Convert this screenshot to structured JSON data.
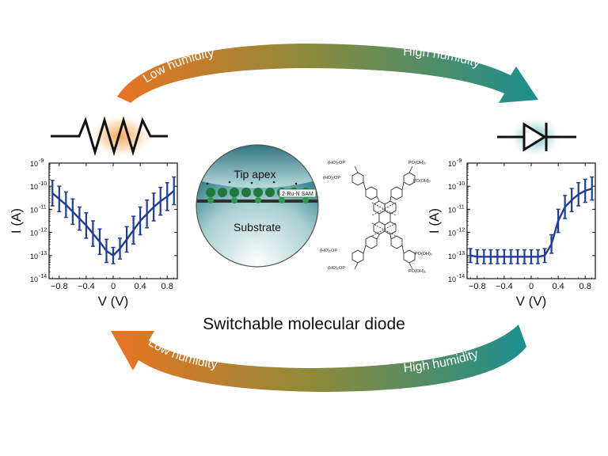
{
  "caption": "Switchable molecular diode",
  "arrows": {
    "top_left_label": "Low humidity",
    "top_right_label": "High humidity",
    "bottom_left_label": "Low humidity",
    "bottom_right_label": "High humidity",
    "orange_color": "#e8751a",
    "teal_color": "#1b8f8f"
  },
  "symbols": {
    "resistor_icon": "resistor-icon",
    "diode_icon": "diode-icon"
  },
  "center": {
    "tip_label": "Tip apex",
    "sam_label": "2-Ru-N SAM",
    "substrate_label": "Substrate",
    "molecule_labels": {
      "top_left": "(HO)₂OP",
      "top_right": "PO(OH)₂",
      "upper_right": "PO(OH)₂",
      "mid_left": "(HO)₂OP",
      "lower_left": "(HO)₂OP",
      "lower_left2": "(HO)₂OP",
      "lower_right": "PO(OH)₂",
      "bottom_right": "PO(OH)₂"
    }
  },
  "chart_data": [
    {
      "type": "line",
      "xlabel": "V (V)",
      "ylabel": "I (A)",
      "xlim": [
        -0.95,
        0.95
      ],
      "ylim_exponent": [
        -14,
        -9
      ],
      "log_y": true,
      "x_ticks": [
        -0.8,
        -0.4,
        0,
        0.4,
        0.8
      ],
      "x_tick_labels": [
        "−0.8",
        "−0.4",
        "0",
        "0.4",
        "0.8"
      ],
      "y_tick_exponents": [
        -9,
        -10,
        -11,
        -12,
        -13,
        -14
      ],
      "y_tick_labels": [
        "10",
        "10",
        "10",
        "10",
        "10",
        "10"
      ],
      "y_tick_sup": [
        "-9",
        "-10",
        "-11",
        "-12",
        "-13",
        "-14"
      ],
      "series_color": "#1f3d99",
      "x": [
        -0.9,
        -0.8,
        -0.7,
        -0.6,
        -0.5,
        -0.4,
        -0.3,
        -0.2,
        -0.1,
        0.0,
        0.1,
        0.2,
        0.3,
        0.4,
        0.5,
        0.6,
        0.7,
        0.8,
        0.9
      ],
      "log10_y": [
        -10.3,
        -10.55,
        -10.8,
        -11.1,
        -11.4,
        -11.7,
        -12.05,
        -12.4,
        -12.8,
        -13.0,
        -12.7,
        -12.3,
        -11.9,
        -11.5,
        -11.2,
        -10.9,
        -10.65,
        -10.45,
        -10.2
      ],
      "log10_err": [
        0.55,
        0.55,
        0.55,
        0.55,
        0.5,
        0.55,
        0.55,
        0.55,
        0.5,
        0.35,
        0.45,
        0.55,
        0.6,
        0.6,
        0.6,
        0.6,
        0.6,
        0.6,
        0.6
      ]
    },
    {
      "type": "line",
      "xlabel": "V (V)",
      "ylabel": "I (A)",
      "xlim": [
        -0.95,
        0.95
      ],
      "ylim_exponent": [
        -14,
        -9
      ],
      "log_y": true,
      "x_ticks": [
        -0.8,
        -0.4,
        0,
        0.4,
        0.8
      ],
      "x_tick_labels": [
        "−0.8",
        "−0.4",
        "0",
        "0.4",
        "0.8"
      ],
      "y_tick_exponents": [
        -9,
        -10,
        -11,
        -12,
        -13,
        -14
      ],
      "y_tick_labels": [
        "10",
        "10",
        "10",
        "10",
        "10",
        "10"
      ],
      "y_tick_sup": [
        "-9",
        "-10",
        "-11",
        "-12",
        "-13",
        "-14"
      ],
      "series_color": "#1f3d99",
      "x": [
        -0.9,
        -0.8,
        -0.7,
        -0.6,
        -0.5,
        -0.4,
        -0.3,
        -0.2,
        -0.1,
        0.0,
        0.1,
        0.2,
        0.3,
        0.4,
        0.5,
        0.6,
        0.7,
        0.8,
        0.9
      ],
      "log10_y": [
        -13.0,
        -13.05,
        -13.05,
        -13.05,
        -13.05,
        -13.05,
        -13.05,
        -13.05,
        -13.05,
        -13.05,
        -13.05,
        -13.0,
        -12.5,
        -11.5,
        -10.9,
        -10.6,
        -10.35,
        -10.2,
        -10.1
      ],
      "log10_err": [
        0.3,
        0.3,
        0.3,
        0.3,
        0.3,
        0.3,
        0.3,
        0.3,
        0.3,
        0.3,
        0.3,
        0.3,
        0.4,
        0.5,
        0.5,
        0.5,
        0.5,
        0.5,
        0.5
      ]
    }
  ]
}
